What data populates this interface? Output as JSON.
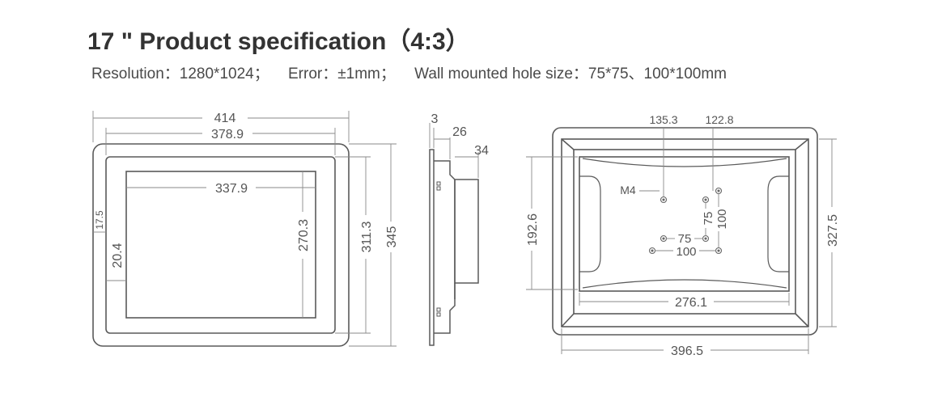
{
  "header": {
    "title": "17 \" Product specification（4:3）",
    "specs": {
      "resolution": "Resolution：1280*1024；",
      "error": "Error：±1mm；",
      "wall_hole": "Wall mounted hole size：75*75、100*100mm"
    }
  },
  "front_view": {
    "outer_width": "414",
    "bezel_width": "378.9",
    "screen_width": "337.9",
    "screen_height": "270.3",
    "bezel_height": "311.3",
    "outer_height": "345",
    "side_margin_outer": "17.5",
    "side_margin_inner": "20.4"
  },
  "side_view": {
    "panel_thickness": "3",
    "depth": "26",
    "total_depth": "34"
  },
  "back_view": {
    "hole_offset_a": "135.3",
    "hole_offset_b": "122.8",
    "screw_type": "M4",
    "vesa_small_v": "75",
    "vesa_large_v": "100",
    "vesa_small_h": "75",
    "vesa_large_h": "100",
    "inner_height": "192.6",
    "inner_width": "276.1",
    "outer_width": "396.5",
    "outer_height": "327.5"
  },
  "colors": {
    "line": "#5a5a5a",
    "dim": "#8a8a8a",
    "text": "#555555"
  }
}
